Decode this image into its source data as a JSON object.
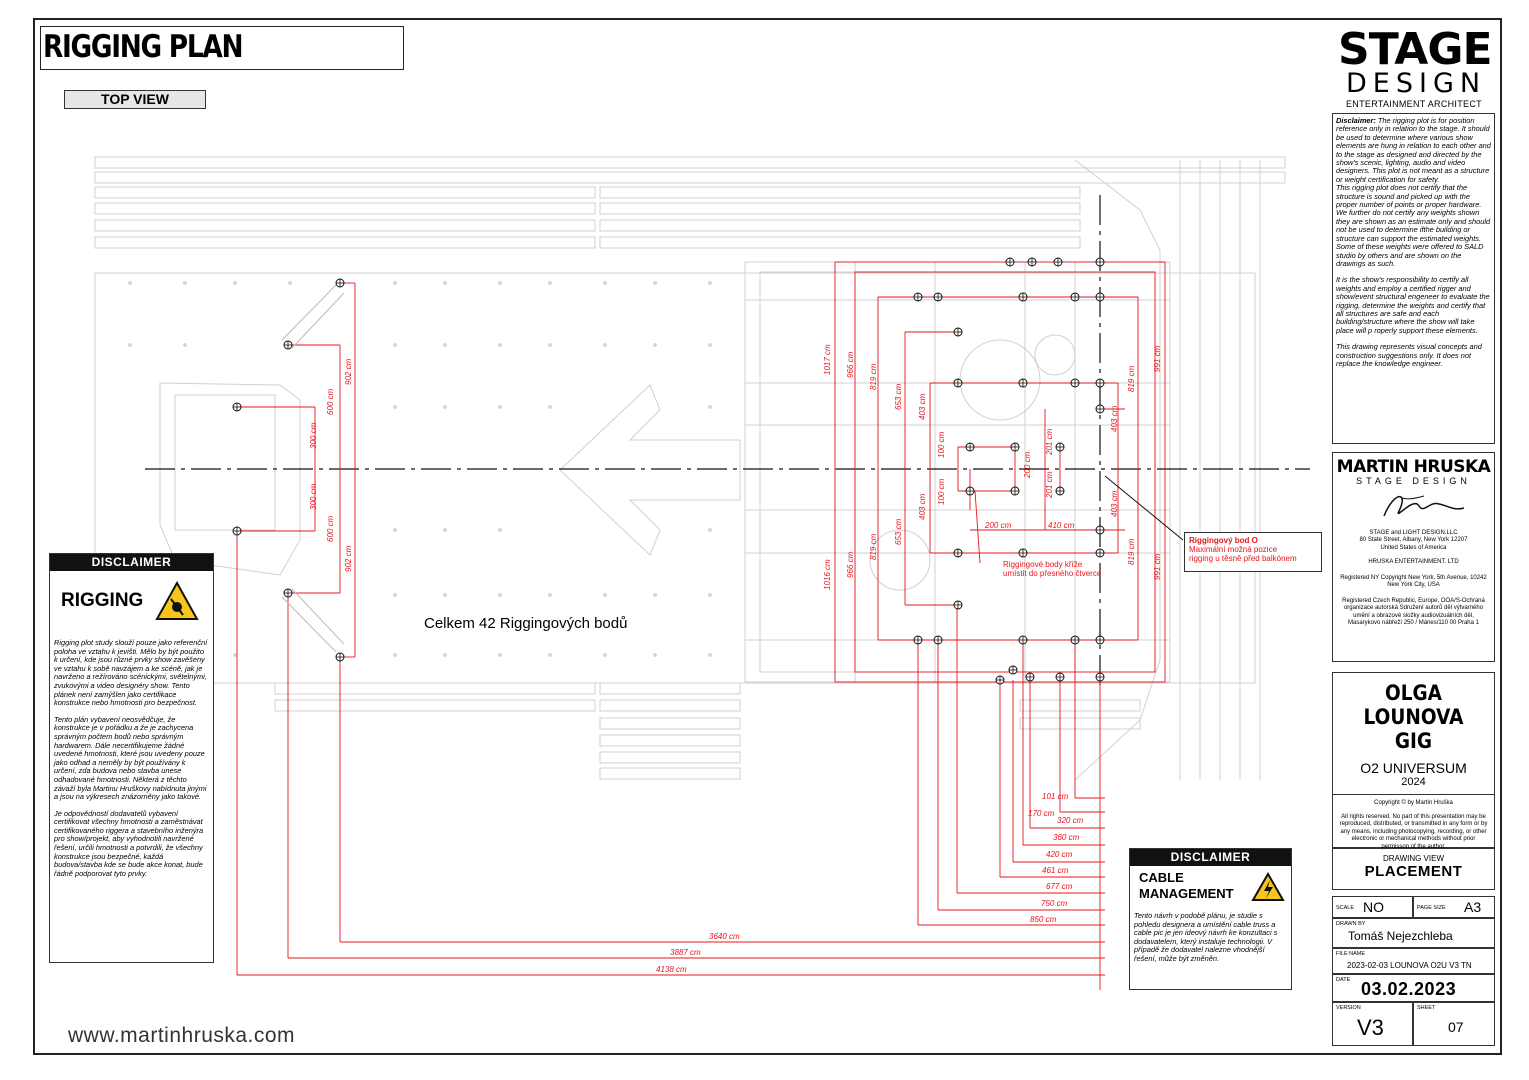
{
  "title": "RIGGING PLAN",
  "view_label": "TOP VIEW",
  "logo": {
    "line1": "STAGE",
    "line2": "DESIGN",
    "line3": "ENTERTAINMENT ARCHITECT"
  },
  "sidebar_disclaimer": {
    "lead": "Disclaimer:",
    "p1": " The rigging plot is for position reference only in relation to the stage. It should be used to determine where various show elements are hung in relation to each other and to the stage as designed and directed by the show's scenic, lighting, audio and video designers. This plot is not meant as a structure or weight certification for safety.",
    "p2": "This rigging plot does not certify that the structure is sound and picked up with the proper number of points or proper hardware. We further do not certify any weights shown they are shown as an estimate only and should not be used to determine ifthe building or structure can support the estimated weights. Some of these weights were offered to SALD studio by others and are shown on the drawings as such.",
    "p3": "It is the show's responsibility to certify all weights and employ a certified rigger and show/event structural engeneer to evaluate the rigging, determine the weights and certify that all structures are safe and each building/structure where the show will take place will p roperly support these elements.",
    "p4": "This drawing represents visual concepts and construction suggestions only. It does not replace the knowledge engineer."
  },
  "designer": {
    "name": "MARTIN HRUSKA",
    "sub": "STAGE DESIGN",
    "company": "STAGE and LIGHT DESIGN.LLC",
    "addr1": "80 State Street, Albany, New York 12207",
    "addr2": "United States of America",
    "company2": "HRUSKA ENTERTAINMENT. LTD",
    "reg1": "Registered NY Copyright New York, 5th Avenue, 10242 New York City, USA",
    "reg2": "Registered Czech Republic, Europe, OOA/S-Ochraná organizace autorská Sdružení autorů děl výtvarného umění a obrazové složky audiovizuálních děl, Masarykovo nábřeží 250 / Mánes/110 00 Praha 1"
  },
  "project": {
    "title_line1": "OLGA LOUNOVA",
    "title_line2": "GIG",
    "venue": "O2 UNIVERSUM",
    "year": "2024",
    "copyright": "Copyright © by Martin Hruška",
    "rights": "All rights reserved. No part of this presentation may be reproduced, distributed, or transmitted in any form or by  any means, including photocopying, recording, or other electronic or mechanical methods without prior permisson of  the author."
  },
  "drawing_view": {
    "label": "DRAWING VIEW",
    "value": "PLACEMENT"
  },
  "scale": {
    "label": "SCALE",
    "value": "NO"
  },
  "page_size": {
    "label": "PAGE SIZE",
    "value": "A3"
  },
  "drawn_by": {
    "label": "DRAWN BY",
    "value": "Tomáš Nejezchleba"
  },
  "file_name": {
    "label": "FILE NAME",
    "value": "2023-02-03 LOUNOVA O2U V3 TN"
  },
  "date": {
    "label": "DATE",
    "value": "03.02.2023"
  },
  "version": {
    "label": "VERSION",
    "value": "V3"
  },
  "sheet": {
    "label": "SHEET",
    "value": "07"
  },
  "rigging_disclaimer": {
    "header": "DISCLAIMER",
    "title": "RIGGING",
    "p1": "Rigging plot study slouží pouze jako referenční poloha ve vztahu k jevišti. Mělo by být použito k určení, kde jsou různé prvky show zavěšeny ve vztahu k sobě navzájem a ke scéně, jak je navrženo a režírováno scénickými, světelnými, zvukovými a video designéry show. Tento plánek není zamýšlen jako certifikace konstrukce nebo hmotnosti pro bezpečnost.",
    "p2": "Tento plán vybavení neosvědčuje, že konstrukce je v pořádku a že je zachycena správným počtem bodů nebo správným hardwarem. Dále necertifikujeme žádné uvedené hmotnosti, které jsou uvedeny pouze jako odhad a neměly by být používány k určení, zda budova nebo stavba unese odhadované hmotnosti. Některá z těchto závaží byla Martinu Hruškovy nabídnuta jinými a jsou na výkresech znázorněny jako takové.",
    "p3": "Je odpovědností dodavatelů vybavení certifikovat všechny hmotnosti a zaměstnávat certifikovaného riggera a stavebního inženýra pro show/projekt, aby vyhodnotili navržené řešení, určili hmotnosti a potvrdili, že všechny konstrukce jsou bezpečné, každá budova/stavba kde se bude akce konat, bude řádně podporovat tyto prvky."
  },
  "cable_disclaimer": {
    "header": "DISCLAIMER",
    "title1": "CABLE",
    "title2": "MANAGEMENT",
    "body": "Tento návrh v podobě plánu, je studie s pohledu designera a umístění cable truss a cable pic je jen ideový návrh ke konzultaci s dodavatelem, který instaluje technologii. V případě že dodavatel nalezne vhodnější řešení, může být změněn."
  },
  "total_points_label": "Celkem 42 Riggingových bodů",
  "riggingovy_bod": {
    "title": "Riggingový bod O",
    "line1": "Maximální možná pozice",
    "line2": "rigging u těsně před balkónem"
  },
  "riggingove_body": {
    "line1": "Riggingové body kříže",
    "line2": "umístit do přesného čtverce"
  },
  "website": "www.martinhruska.com",
  "dims": {
    "left_v": [
      "902 cm",
      "600 cm",
      "300 cm",
      "300 cm",
      "600 cm",
      "902 cm"
    ],
    "center_v": [
      "1017 cm",
      "966 cm",
      "819 cm",
      "653 cm",
      "403 cm",
      "403 cm",
      "653 cm",
      "819 cm",
      "966 cm",
      "1016 cm",
      "100 cm",
      "100 cm",
      "200 cm",
      "201 cm",
      "201 cm",
      "403 cm",
      "403 cm",
      "819 cm",
      "819 cm",
      "991 cm",
      "991 cm"
    ],
    "center_h": [
      "200 cm",
      "410 cm"
    ],
    "bottom": [
      "101 cm",
      "170 cm",
      "320 cm",
      "360 cm",
      "420 cm",
      "461 cm",
      "677 cm",
      "750 cm",
      "850 cm",
      "3640 cm",
      "3887 cm",
      "4138 cm"
    ]
  }
}
